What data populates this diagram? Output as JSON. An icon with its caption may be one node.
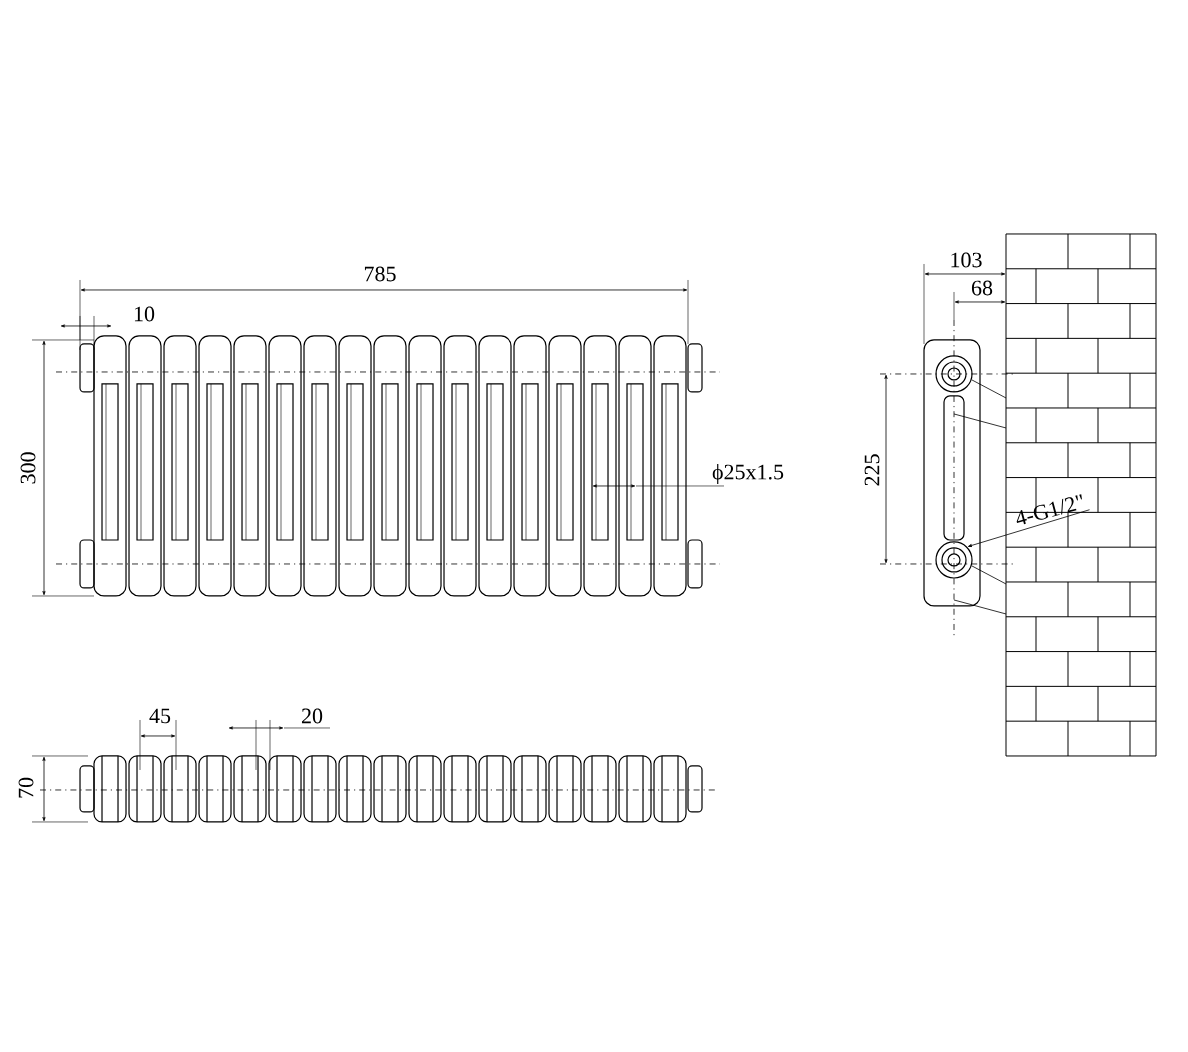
{
  "diagram": {
    "nodes": [
      {
        "text": [
          "4-G1/2\""
        ]
      },
      {
        "text": [],
        "shape": "circle"
      }
    ],
    "edges": [
      {
        "from": 0,
        "to": 1,
        "arrow": "to"
      }
    ],
    "labels": [
      "785",
      "10",
      "300",
      "ϕ25x1.5",
      "45",
      "20",
      "70",
      "103",
      "68",
      "225"
    ]
  }
}
